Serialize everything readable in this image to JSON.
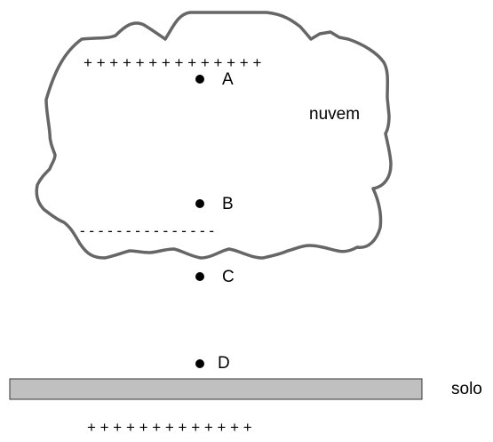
{
  "diagram": {
    "cloud_label": "nuvem",
    "ground_label": "solo",
    "cloud_top_charges": "+ + + + + + + + + + + + + +",
    "cloud_bottom_charges": "- - - - - - - - - - - - - - -",
    "ground_charges": "+ + + + + + + + + + + + +",
    "points": [
      {
        "label": "A"
      },
      {
        "label": "B"
      },
      {
        "label": "C"
      },
      {
        "label": "D"
      }
    ],
    "colors": {
      "cloud_outline": "#666666",
      "ground_fill": "#c0c0c0",
      "ground_outline": "#333333",
      "text": "#000000"
    }
  }
}
